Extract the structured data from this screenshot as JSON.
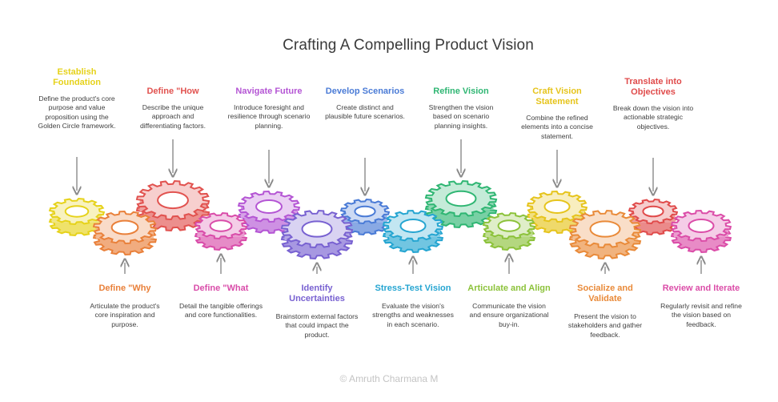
{
  "title": "Crafting A Compelling Product Vision",
  "footer": "© Amruth Charmana M",
  "steps": [
    {
      "head": "Establish Foundation",
      "desc": "Define the product's core purpose and value proposition using the Golden Circle framework.",
      "color": "#e6d21a",
      "pos": "top"
    },
    {
      "head": "Define \"Why",
      "desc": "Articulate the product's core inspiration and purpose.",
      "color": "#e9803a",
      "pos": "bottom"
    },
    {
      "head": "Define \"How",
      "desc": "Describe the unique approach and differentiating factors.",
      "color": "#e1524f",
      "pos": "top"
    },
    {
      "head": "Define \"What",
      "desc": "Detail the tangible offerings and core functionalities.",
      "color": "#d94ca9",
      "pos": "bottom"
    },
    {
      "head": "Navigate Future",
      "desc": "Introduce foresight and resilience through scenario planning.",
      "color": "#b455d4",
      "pos": "top"
    },
    {
      "head": "Identify Uncertainties",
      "desc": "Brainstorm external factors that could impact the product.",
      "color": "#7861d1",
      "pos": "bottom"
    },
    {
      "head": "Develop Scenarios",
      "desc": "Create distinct and plausible future scenarios.",
      "color": "#4a7bd6",
      "pos": "top"
    },
    {
      "head": "Stress-Test Vision",
      "desc": "Evaluate the vision's strengths and weaknesses in each scenario.",
      "color": "#25a5d1",
      "pos": "bottom"
    },
    {
      "head": "Refine Vision",
      "desc": "Strengthen the vision based on scenario planning insights.",
      "color": "#2fb673",
      "pos": "top"
    },
    {
      "head": "Articulate and Align",
      "desc": "Communicate the vision and ensure organizational buy-in.",
      "color": "#8cc23a",
      "pos": "bottom"
    },
    {
      "head": "Craft Vision Statement",
      "desc": "Combine the refined elements into a concise statement.",
      "color": "#e6c41c",
      "pos": "top"
    },
    {
      "head": "Socialize and Validate",
      "desc": "Present the vision to stakeholders and gather feedback.",
      "color": "#e98a39",
      "pos": "bottom"
    },
    {
      "head": "Translate into Objectives",
      "desc": "Break down the vision into actionable strategic objectives.",
      "color": "#e04b4b",
      "pos": "top"
    },
    {
      "head": "Review and Iterate",
      "desc": "Regularly revisit and refine the vision based on feedback.",
      "color": "#db4da8",
      "pos": "bottom"
    }
  ]
}
